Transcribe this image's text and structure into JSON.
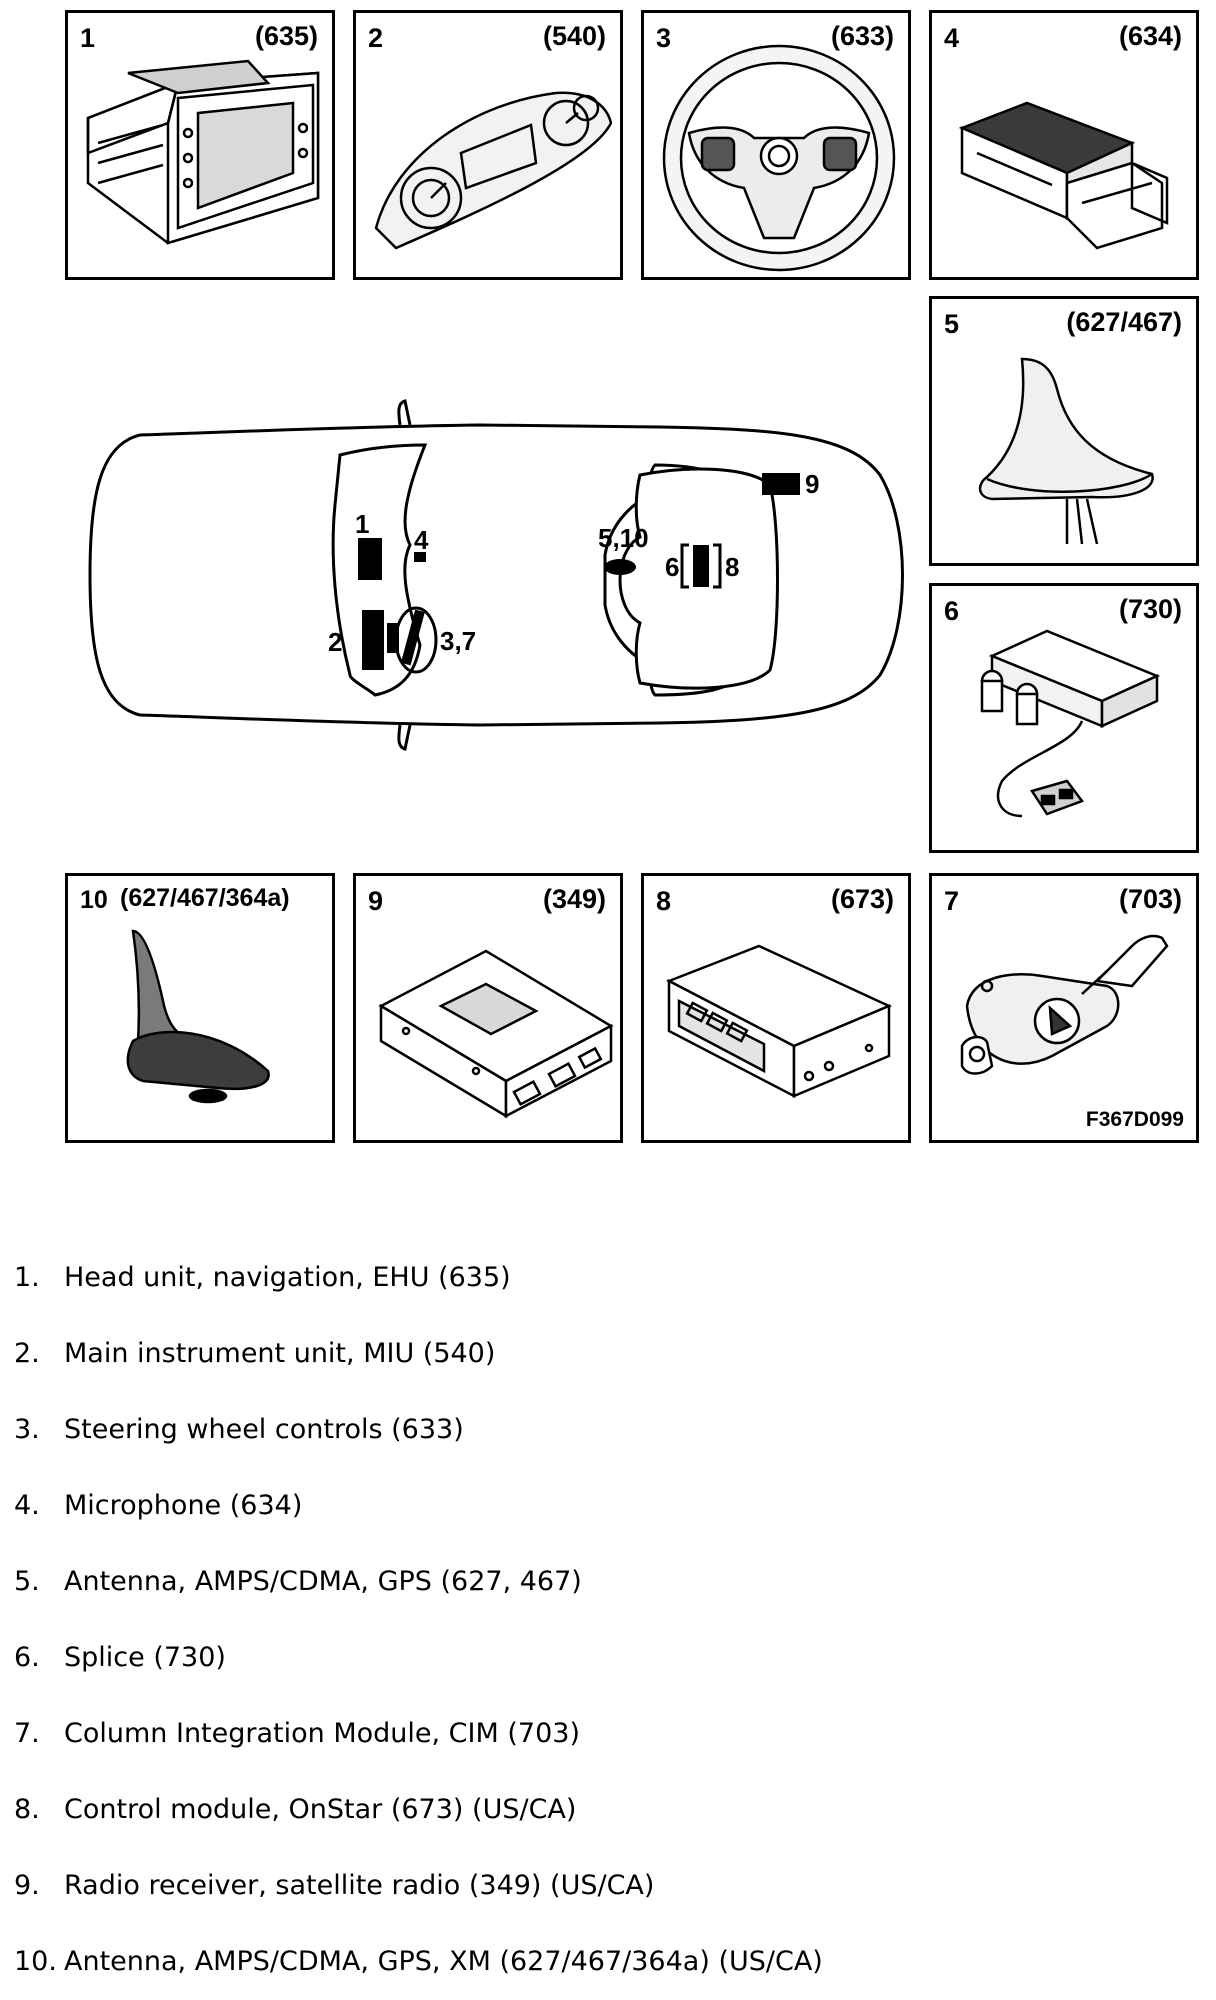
{
  "panels": [
    {
      "num": "1",
      "code": "(635)"
    },
    {
      "num": "2",
      "code": "(540)"
    },
    {
      "num": "3",
      "code": "(633)"
    },
    {
      "num": "4",
      "code": "(634)"
    },
    {
      "num": "5",
      "code": "(627/467)"
    },
    {
      "num": "6",
      "code": "(730)"
    },
    {
      "num": "10",
      "code": "(627/467/364a)"
    },
    {
      "num": "9",
      "code": "(349)"
    },
    {
      "num": "8",
      "code": "(673)"
    },
    {
      "num": "7",
      "code": "(703)"
    }
  ],
  "figure_id": "F367D099",
  "car_labels": {
    "l1": "1",
    "l2": "2",
    "l37": "3,7",
    "l4": "4",
    "l510": "5,10",
    "l6": "6",
    "l8": "8",
    "l9": "9"
  },
  "legend": [
    {
      "n": "1.",
      "text": "Head unit, navigation, EHU (635)"
    },
    {
      "n": "2.",
      "text": "Main instrument unit, MIU (540)"
    },
    {
      "n": "3.",
      "text": "Steering wheel controls (633)"
    },
    {
      "n": "4.",
      "text": "Microphone (634)"
    },
    {
      "n": "5.",
      "text": "Antenna, AMPS/CDMA, GPS (627, 467)"
    },
    {
      "n": "6.",
      "text": "Splice (730)"
    },
    {
      "n": "7.",
      "text": "Column Integration Module, CIM (703)"
    },
    {
      "n": "8.",
      "text": "Control module, OnStar (673) (US/CA)"
    },
    {
      "n": "9.",
      "text": "Radio receiver, satellite radio (349) (US/CA)"
    },
    {
      "n": "10.",
      "text": "Antenna, AMPS/CDMA, GPS, XM (627/467/364a) (US/CA)"
    }
  ]
}
